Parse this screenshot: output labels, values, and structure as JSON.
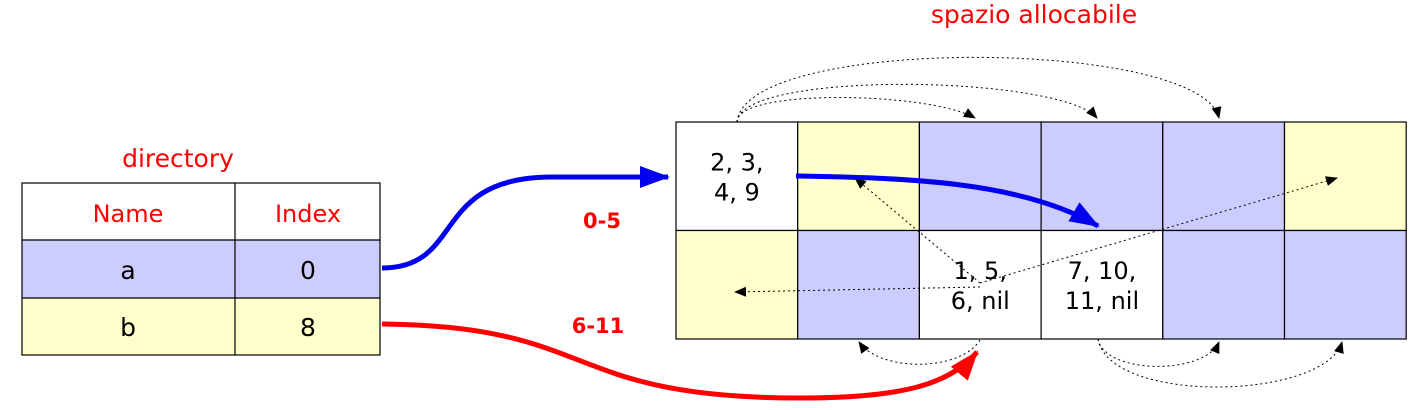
{
  "colors": {
    "purple": "#ccccff",
    "yellow": "#ffffcc",
    "white": "#ffffff",
    "red": "#ff0000",
    "blue": "#0000ee",
    "border": "#000000"
  },
  "directory": {
    "title": "directory",
    "headers": [
      "Name",
      "Index"
    ],
    "rows": [
      {
        "name": "a",
        "index": "0",
        "fill": "purple"
      },
      {
        "name": "b",
        "index": "8",
        "fill": "yellow"
      }
    ]
  },
  "space": {
    "title": "spazio allocabile",
    "blocks": [
      {
        "fill": "white",
        "lines": [
          "2, 3,",
          "4, 9"
        ]
      },
      {
        "fill": "yellow",
        "lines": []
      },
      {
        "fill": "purple",
        "lines": []
      },
      {
        "fill": "purple",
        "lines": []
      },
      {
        "fill": "purple",
        "lines": []
      },
      {
        "fill": "yellow",
        "lines": []
      },
      {
        "fill": "yellow",
        "lines": []
      },
      {
        "fill": "purple",
        "lines": []
      },
      {
        "fill": "white",
        "lines": [
          "1, 5,",
          "6, nil"
        ]
      },
      {
        "fill": "white",
        "lines": [
          "7, 10,",
          "11, nil"
        ]
      },
      {
        "fill": "purple",
        "lines": []
      },
      {
        "fill": "purple",
        "lines": []
      }
    ]
  },
  "pointers": {
    "a_range": "0-5",
    "b_range": "6-11"
  }
}
